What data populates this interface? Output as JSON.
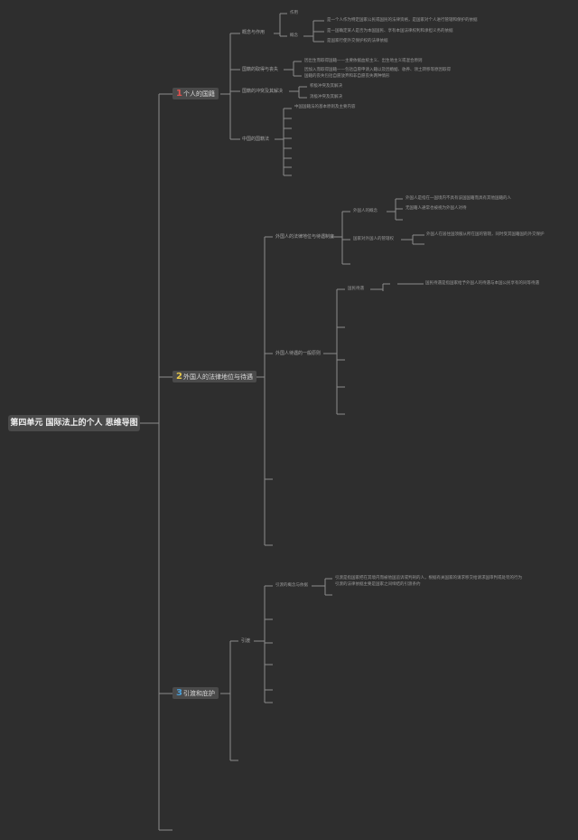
{
  "root": {
    "title": "第四单元 国际法上的个人 思维导图"
  },
  "branches": [
    {
      "number": "1",
      "number_color": "#e0524f",
      "label": "个人的国籍"
    },
    {
      "number": "2",
      "number_color": "#e8c84a",
      "label": "外国人的法律地位与待遇"
    },
    {
      "number": "3",
      "number_color": "#4a9fd8",
      "label": "引渡和庇护"
    }
  ],
  "branch1": {
    "topics": [
      "概念与作用",
      "国籍的取得与丧失",
      "国籍的冲突及其解决",
      "中国的国籍法"
    ],
    "concept_items": [
      "概念",
      "作用"
    ],
    "concept_notes": [
      "是一个人作为特定国家公民或国民的法律资格，是国家对个人进行管辖和保护的依据",
      "是一国确定某人是否为本国国民、享有本国法律权利和承担义务的依据",
      "是国家行使外交保护权的法律依据"
    ],
    "acquisition_notes": [
      "因出生而取得国籍——主要依据血统主义、出生地主义或混合原则",
      "因加入而取得国籍——包括自愿申请入籍以及因婚姻、收养、领土转移等原因取得",
      "国籍的丧失包括自愿放弃和非自愿丧失两种情形"
    ],
    "conflict_notes": [
      "积极冲突及其解决",
      "消极冲突及其解决"
    ],
    "china_note": "中国国籍法的基本原则及主要内容"
  },
  "branch2": {
    "topics": [
      "外国人的法律地位与待遇制度",
      "外国人待遇的一般原则"
    ],
    "status_items": [
      "外国人的概念",
      "国家对外国人的管辖权"
    ],
    "status_notes": [
      "外国人是指在一国境内不具有该国国籍而具有其他国籍的人",
      "无国籍人通常也被视为外国人对待",
      "外国人在居住国须服从所在国的管辖，同时受其国籍国的外交保护"
    ],
    "principle_items": [
      "国民待遇"
    ],
    "principle_notes": [
      "国民待遇是指国家给予外国人的待遇与本国公民享有的同等待遇"
    ]
  },
  "branch3": {
    "topics": [
      "引渡"
    ],
    "extradition_items": [
      "引渡的概念与依据"
    ],
    "extradition_notes": [
      "引渡是指国家把在其境内而被他国追诉或判刑的人，根据有关国家的请求移交给请求国审判或处罚的行为",
      "引渡的法律依据主要是国家之间缔结的引渡条约"
    ]
  }
}
